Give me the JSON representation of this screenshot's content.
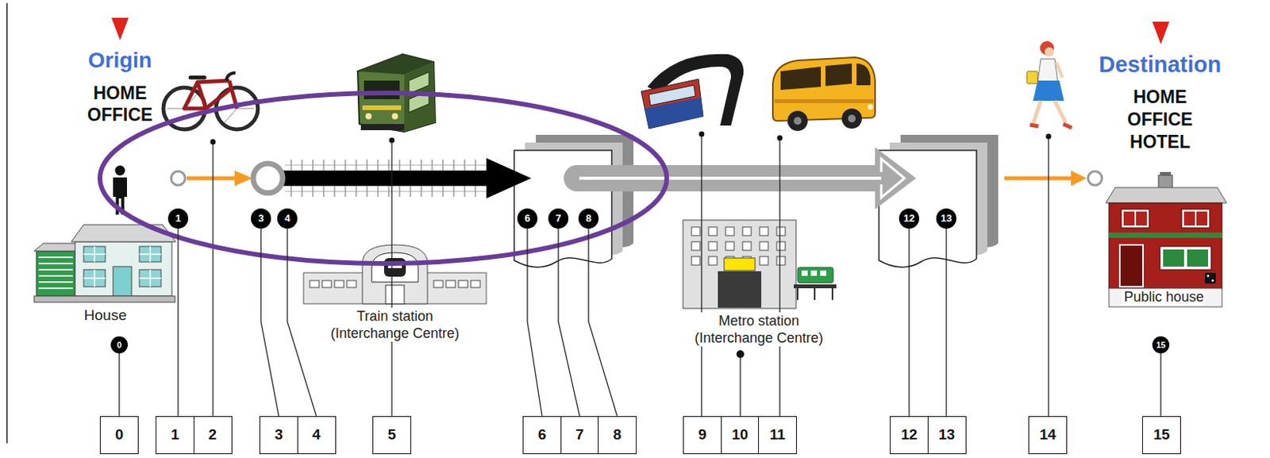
{
  "diagram": {
    "nodes": [
      {
        "text": [
          "0"
        ]
      },
      {
        "text": [
          "1"
        ]
      },
      {
        "text": [
          "3"
        ]
      },
      {
        "text": [
          "4"
        ]
      },
      {
        "text": [
          "6"
        ]
      },
      {
        "text": [
          "7"
        ]
      },
      {
        "text": [
          "8"
        ]
      },
      {
        "text": [
          "12"
        ]
      },
      {
        "text": [
          "13"
        ]
      },
      {
        "text": [
          "15"
        ]
      },
      {
        "text": [
          "0"
        ]
      },
      {
        "text": [
          "1"
        ]
      },
      {
        "text": [
          "2"
        ]
      },
      {
        "text": [
          "3"
        ]
      },
      {
        "text": [
          "4"
        ]
      },
      {
        "text": [
          "5"
        ]
      },
      {
        "text": [
          "6"
        ]
      },
      {
        "text": [
          "7"
        ]
      },
      {
        "text": [
          "8"
        ]
      },
      {
        "text": [
          "9"
        ]
      },
      {
        "text": [
          "10"
        ]
      },
      {
        "text": [
          "11"
        ]
      },
      {
        "text": [
          "12"
        ]
      },
      {
        "text": [
          "13"
        ]
      },
      {
        "text": [
          "14"
        ]
      },
      {
        "text": [
          "15"
        ]
      }
    ],
    "edges": [
      {
        "from": 0,
        "to": 10,
        "arrow": "none"
      },
      {
        "from": 1,
        "to": 11,
        "arrow": "none"
      },
      {
        "from": 2,
        "to": 13,
        "arrow": "none"
      },
      {
        "from": 3,
        "to": 14,
        "arrow": "none"
      },
      {
        "from": 4,
        "to": 16,
        "arrow": "none"
      },
      {
        "from": 5,
        "to": 17,
        "arrow": "none"
      },
      {
        "from": 6,
        "to": 18,
        "arrow": "none"
      },
      {
        "from": 7,
        "to": 22,
        "arrow": "none"
      },
      {
        "from": 8,
        "to": 23,
        "arrow": "none"
      },
      {
        "from": 9,
        "to": 25,
        "arrow": "none"
      }
    ],
    "labels": [
      "Origin",
      "HOME OFFICE",
      "Destination",
      "HOME OFFICE HOTEL",
      "House",
      "Train station (Interchange Centre)",
      "Metro station (Interchange Centre)",
      "Public house"
    ]
  }
}
